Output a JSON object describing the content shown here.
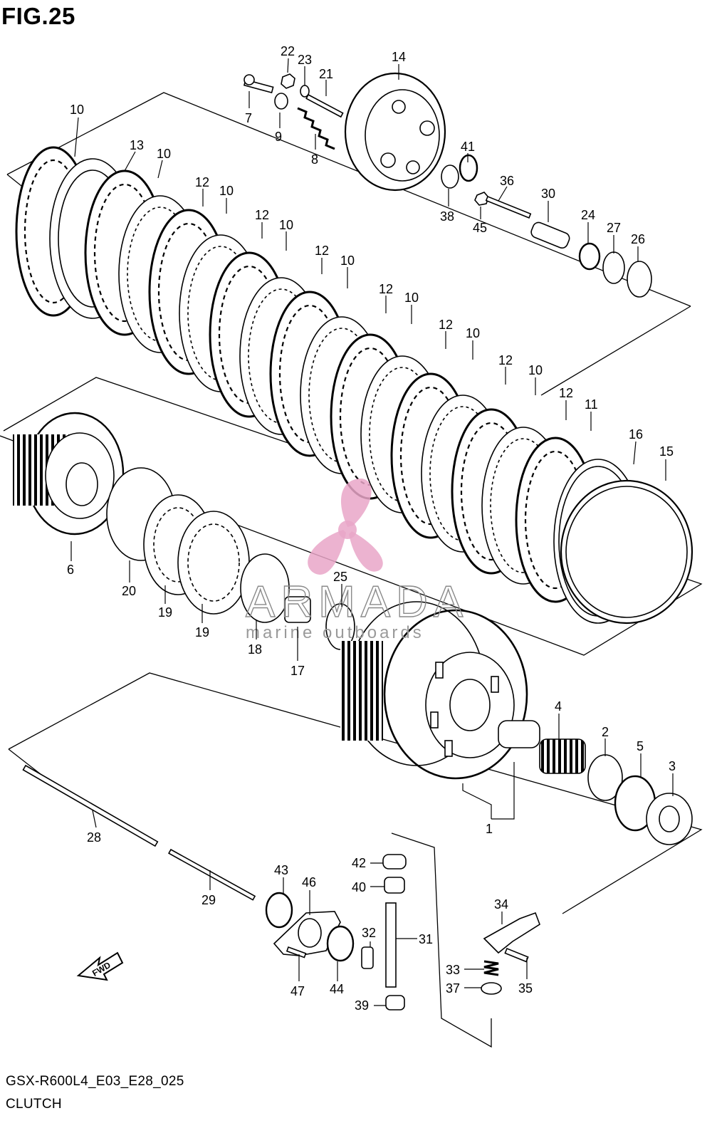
{
  "figure": {
    "title": "FIG.25",
    "code": "GSX-R600L4_E03_E28_025",
    "name": "CLUTCH",
    "direction_label": "FWD"
  },
  "watermark": {
    "brand": "ARMADA",
    "tagline": "marine outboards",
    "colors": {
      "propeller": "#e9a6c8",
      "text": "#9a9a9a"
    }
  },
  "callouts": [
    {
      "id": "c-10a",
      "text": "10"
    },
    {
      "id": "c-13",
      "text": "13"
    },
    {
      "id": "c-10b",
      "text": "10"
    },
    {
      "id": "c-12a",
      "text": "12"
    },
    {
      "id": "c-10c",
      "text": "10"
    },
    {
      "id": "c-12b",
      "text": "12"
    },
    {
      "id": "c-10d",
      "text": "10"
    },
    {
      "id": "c-12c",
      "text": "12"
    },
    {
      "id": "c-10e",
      "text": "10"
    },
    {
      "id": "c-12d",
      "text": "12"
    },
    {
      "id": "c-10f",
      "text": "10"
    },
    {
      "id": "c-12e",
      "text": "12"
    },
    {
      "id": "c-10g",
      "text": "10"
    },
    {
      "id": "c-12f",
      "text": "12"
    },
    {
      "id": "c-10h",
      "text": "10"
    },
    {
      "id": "c-12g",
      "text": "12"
    },
    {
      "id": "c-11",
      "text": "11"
    },
    {
      "id": "c-16",
      "text": "16"
    },
    {
      "id": "c-15",
      "text": "15"
    },
    {
      "id": "c-22",
      "text": "22"
    },
    {
      "id": "c-23",
      "text": "23"
    },
    {
      "id": "c-21",
      "text": "21"
    },
    {
      "id": "c-14",
      "text": "14"
    },
    {
      "id": "c-7",
      "text": "7"
    },
    {
      "id": "c-9",
      "text": "9"
    },
    {
      "id": "c-8",
      "text": "8"
    },
    {
      "id": "c-41",
      "text": "41"
    },
    {
      "id": "c-38",
      "text": "38"
    },
    {
      "id": "c-36",
      "text": "36"
    },
    {
      "id": "c-45",
      "text": "45"
    },
    {
      "id": "c-30",
      "text": "30"
    },
    {
      "id": "c-24",
      "text": "24"
    },
    {
      "id": "c-27",
      "text": "27"
    },
    {
      "id": "c-26",
      "text": "26"
    },
    {
      "id": "c-6",
      "text": "6"
    },
    {
      "id": "c-20",
      "text": "20"
    },
    {
      "id": "c-19a",
      "text": "19"
    },
    {
      "id": "c-19b",
      "text": "19"
    },
    {
      "id": "c-18",
      "text": "18"
    },
    {
      "id": "c-25",
      "text": "25"
    },
    {
      "id": "c-17",
      "text": "17"
    },
    {
      "id": "c-4",
      "text": "4"
    },
    {
      "id": "c-2",
      "text": "2"
    },
    {
      "id": "c-5",
      "text": "5"
    },
    {
      "id": "c-3",
      "text": "3"
    },
    {
      "id": "c-1",
      "text": "1"
    },
    {
      "id": "c-28",
      "text": "28"
    },
    {
      "id": "c-29",
      "text": "29"
    },
    {
      "id": "c-43",
      "text": "43"
    },
    {
      "id": "c-46",
      "text": "46"
    },
    {
      "id": "c-42",
      "text": "42"
    },
    {
      "id": "c-40",
      "text": "40"
    },
    {
      "id": "c-32",
      "text": "32"
    },
    {
      "id": "c-31",
      "text": "31"
    },
    {
      "id": "c-47",
      "text": "47"
    },
    {
      "id": "c-44",
      "text": "44"
    },
    {
      "id": "c-39",
      "text": "39"
    },
    {
      "id": "c-34",
      "text": "34"
    },
    {
      "id": "c-33",
      "text": "33"
    },
    {
      "id": "c-35",
      "text": "35"
    },
    {
      "id": "c-37",
      "text": "37"
    }
  ]
}
